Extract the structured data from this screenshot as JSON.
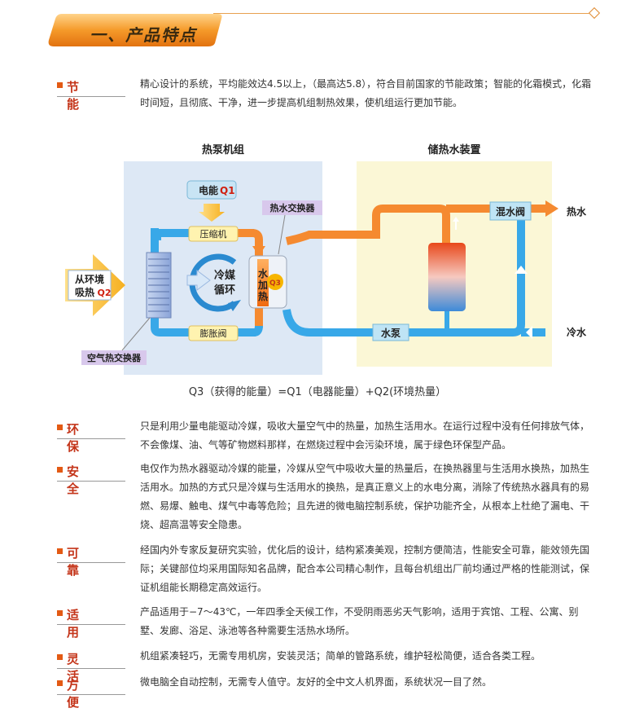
{
  "header": {
    "title": "一、产品特点"
  },
  "features": [
    {
      "label": "节能",
      "desc": "精心设计的系统，平均能效达4.5以上，（最高达5.8），符合目前国家的节能政策；智能的化霜模式，化霜时间短，且彻底、干净，进一步提高机组制热效果，使机组运行更加节能。"
    },
    {
      "label": "环保",
      "desc": "只是利用少量电能驱动冷媒，吸收大量空气中的热量，加热生活用水。在运行过程中没有任何排放气体，不会像煤、油、气等矿物燃料那样，在燃烧过程中会污染环境，属于绿色环保型产品。"
    },
    {
      "label": "安全",
      "desc": "电仅作为热水器驱动冷媒的能量，冷媒从空气中吸收大量的热量后，在换热器里与生活用水换热，加热生活用水。加热的方式只是冷媒与生活用水的换热，是真正意义上的水电分离，消除了传统热水器具有的易燃、易爆、触电、煤气中毒等危险；且先进的微电脑控制系统，保护功能齐全，从根本上杜绝了漏电、干烧、超高温等安全隐患。"
    },
    {
      "label": "可靠",
      "desc": "经国内外专家反复研究实验，优化后的设计，结构紧凑美观，控制方便简洁，性能安全可靠，能效领先国际；关键部位均采用国际知名品牌，配合本公司精心制作，且每台机组出厂前均通过严格的性能测试，保证机组能长期稳定高效运行。"
    },
    {
      "label": "适用",
      "desc": "产品适用于−7～43℃，一年四季全天候工作，不受阴雨恶劣天气影响，适用于宾馆、工程、公寓、别墅、发廊、浴足、泳池等各种需要生活热水场所。"
    },
    {
      "label": "灵活",
      "desc": "机组紧凑轻巧，无需专用机房，安装灵活；简单的管路系统，维护轻松简便，适合各类工程。"
    },
    {
      "label": "方便",
      "desc": "微电脑全自动控制，无需专人值守。友好的全中文人机界面，系统状况一目了然。"
    }
  ],
  "diagram": {
    "left_title": "热泵机组",
    "right_title": "储热水装置",
    "power": "电能",
    "q1": "Q1",
    "env_line1": "从环境",
    "env_line2": "吸热",
    "q2": "Q2",
    "compressor": "压缩机",
    "expansion": "膨胀阀",
    "cycle_line1": "冷媒",
    "cycle_line2": "循环",
    "hex_water": "热水交换器",
    "hex_air": "空气热交换器",
    "water_heat_1": "水",
    "water_heat_2": "加",
    "water_heat_3": "热",
    "q3": "Q3",
    "mix_valve": "混水阀",
    "hot_water": "热水",
    "cold_water": "冷水",
    "pump": "水泵",
    "caption": "Q3（获得的能量）=Q1（电器能量）+Q2(环境热量）"
  }
}
